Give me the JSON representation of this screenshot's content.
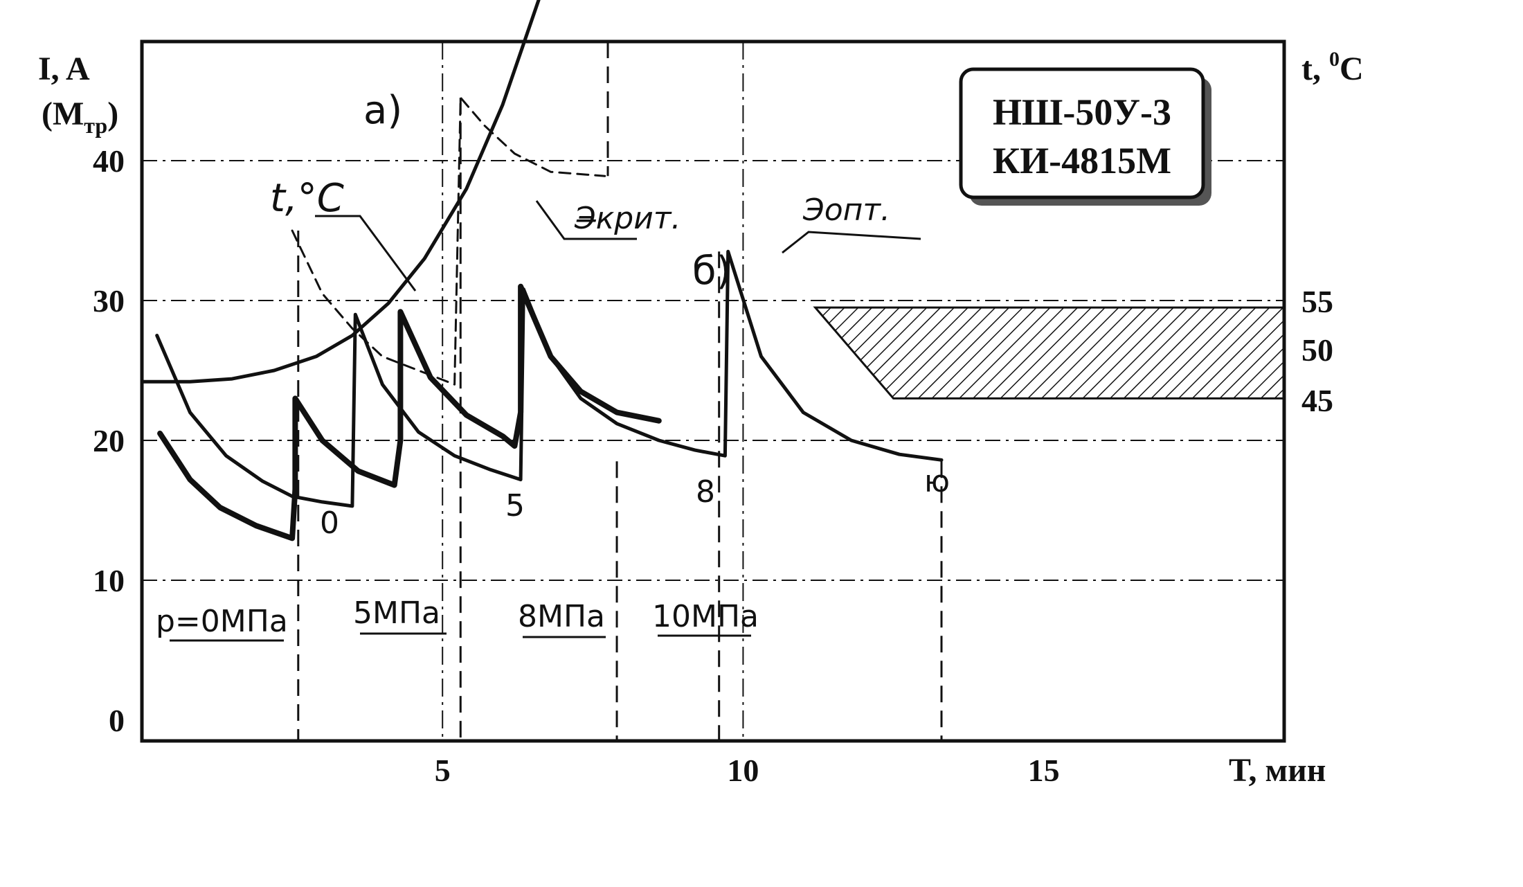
{
  "chart_data": {
    "type": "line",
    "title": "",
    "box_label": [
      "НШ-50У-3",
      "КИ-4815М"
    ],
    "left_axis": {
      "label_line1": "I, A",
      "label_line2": "(M",
      "label_sub": "тр",
      "label_close": ")",
      "ticks": [
        "0",
        "10",
        "20",
        "30",
        "40"
      ],
      "ylim": [
        0,
        50
      ]
    },
    "right_axis": {
      "label": "t, ",
      "label_sup": "0",
      "label_unit": "C",
      "ticks": [
        "55",
        "50",
        "45"
      ]
    },
    "x_axis": {
      "label": "T, мин",
      "ticks": [
        "5",
        "10",
        "15"
      ],
      "xlim": [
        0,
        19
      ]
    },
    "annotations": {
      "temp_label": "t,°C",
      "label_a": "a)",
      "label_b": "б)",
      "krit_label": "Э̶крит.",
      "opt_label": "Эопт.",
      "curve_labels": [
        "0",
        "5",
        "8",
        "ю"
      ],
      "pressure_labels": [
        "p=0МПа",
        "5МПа",
        "8МПа",
        "10МПа"
      ]
    },
    "series": [
      {
        "points": [
          [
            0.3,
            20.5
          ],
          [
            0.8,
            17.2
          ],
          [
            1.3,
            15.2
          ],
          [
            1.9,
            13.9
          ],
          [
            2.5,
            13.0
          ],
          [
            2.55,
            16.5
          ],
          [
            2.55,
            23.0
          ],
          [
            3.0,
            20.0
          ],
          [
            3.6,
            17.8
          ],
          [
            4.2,
            16.8
          ],
          [
            4.3,
            20.0
          ],
          [
            4.3,
            29.2
          ],
          [
            4.8,
            24.5
          ],
          [
            5.4,
            21.8
          ],
          [
            6.0,
            20.3
          ],
          [
            6.2,
            19.6
          ],
          [
            6.3,
            22.0
          ],
          [
            6.3,
            31.0
          ],
          [
            6.8,
            26.0
          ],
          [
            7.3,
            23.5
          ],
          [
            7.9,
            22.0
          ],
          [
            8.6,
            21.4
          ]
        ]
      },
      {
        "points": [
          [
            0.25,
            27.5
          ],
          [
            0.8,
            22.0
          ],
          [
            1.4,
            18.9
          ],
          [
            2.0,
            17.1
          ],
          [
            2.5,
            16.0
          ],
          [
            3.0,
            15.6
          ],
          [
            3.5,
            15.3
          ],
          [
            3.55,
            29.0
          ],
          [
            4.0,
            24.0
          ],
          [
            4.6,
            20.6
          ],
          [
            5.2,
            18.9
          ],
          [
            5.8,
            17.9
          ],
          [
            6.3,
            17.2
          ],
          [
            6.35,
            30.8
          ],
          [
            6.8,
            26.0
          ],
          [
            7.3,
            23.0
          ],
          [
            7.9,
            21.2
          ],
          [
            8.6,
            20.0
          ],
          [
            9.2,
            19.3
          ],
          [
            9.7,
            18.9
          ],
          [
            9.75,
            33.5
          ],
          [
            10.3,
            26.0
          ],
          [
            11.0,
            22.0
          ],
          [
            11.8,
            20.0
          ],
          [
            12.6,
            19.0
          ],
          [
            13.3,
            18.6
          ]
        ]
      },
      {
        "points": [
          [
            0,
            24.2
          ],
          [
            0.8,
            24.2
          ],
          [
            1.5,
            24.4
          ],
          [
            2.2,
            25.0
          ],
          [
            2.9,
            26.0
          ],
          [
            3.5,
            27.5
          ],
          [
            4.1,
            29.8
          ],
          [
            4.7,
            33.0
          ],
          [
            5.4,
            38.0
          ],
          [
            6.0,
            44.0
          ],
          [
            6.6,
            51.5
          ]
        ]
      },
      {
        "points": [
          [
            2.5,
            35.0
          ],
          [
            3.0,
            30.5
          ],
          [
            3.5,
            28.0
          ],
          [
            4.0,
            26.0
          ],
          [
            4.6,
            25.0
          ],
          [
            5.2,
            24.0
          ],
          [
            5.3,
            44.5
          ],
          [
            5.7,
            42.5
          ],
          [
            6.2,
            40.5
          ],
          [
            6.8,
            39.2
          ],
          [
            7.4,
            39.0
          ],
          [
            7.7,
            38.9
          ]
        ]
      }
    ],
    "dashed_verticals_x": [
      2.6,
      5.3,
      7.9,
      9.6,
      13.3
    ],
    "hatch_band": {
      "y_top": 29.5,
      "y_bottom": 23.0
    }
  }
}
